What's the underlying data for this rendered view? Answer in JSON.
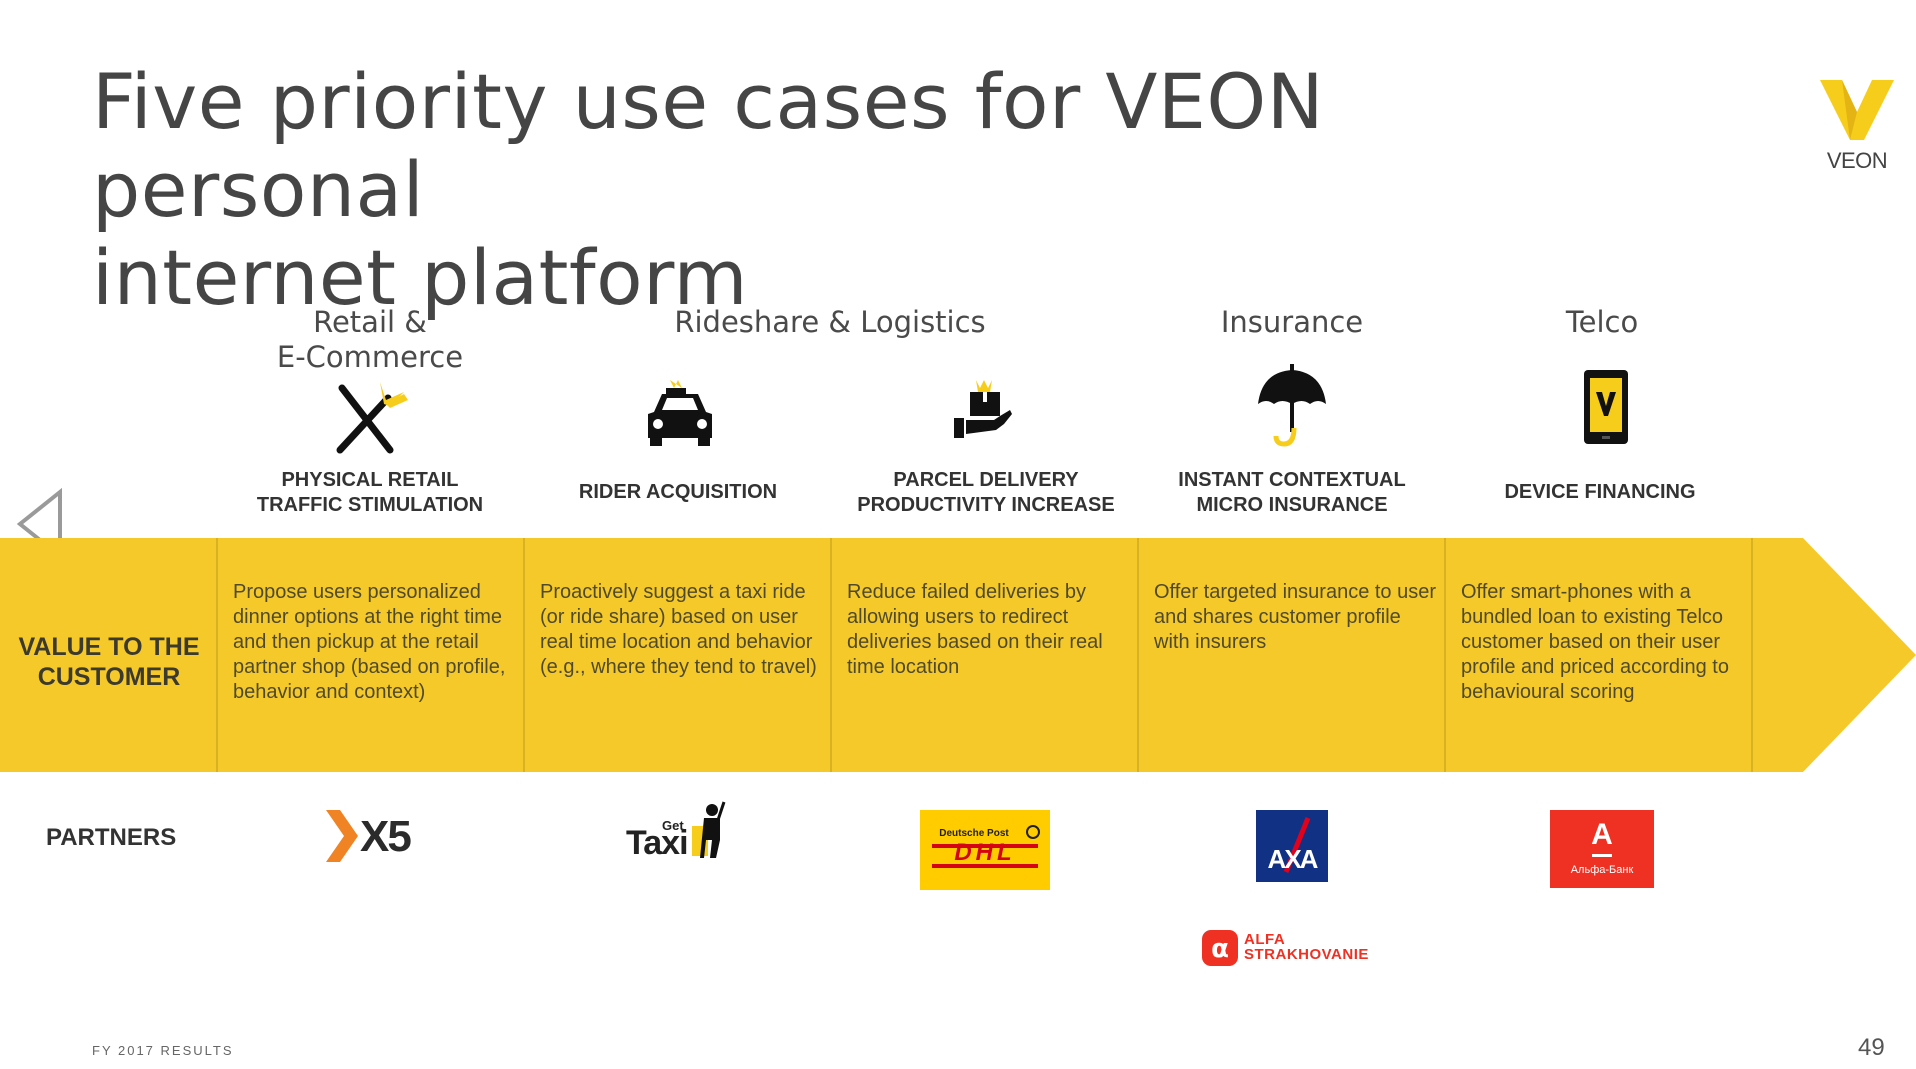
{
  "slide": {
    "title_line1": "Five priority use cases for VEON personal",
    "title_line2": "internet platform",
    "logo_text": "VEON",
    "footer": "FY 2017 RESULTS",
    "page_number": "49"
  },
  "categories": [
    {
      "line1": "Retail &",
      "line2": "E-Commerce"
    },
    {
      "line1": "Rideshare & Logistics"
    },
    {
      "line1": "Insurance"
    },
    {
      "line1": "Telco"
    }
  ],
  "use_cases": [
    {
      "icon": "cutlery-icon",
      "title_line1": "PHYSICAL RETAIL",
      "title_line2": "TRAFFIC STIMULATION",
      "value": "Propose users personalized dinner options at the right time and then pickup at the retail partner shop (based on profile, behavior and context)"
    },
    {
      "icon": "taxi-icon",
      "title_line1": "RIDER ACQUISITION",
      "title_line2": "",
      "value": "Proactively suggest a taxi ride (or ride share) based on user real time location and behavior (e.g., where they tend to travel)"
    },
    {
      "icon": "parcel-hand-icon",
      "title_line1": "PARCEL DELIVERY",
      "title_line2": "PRODUCTIVITY INCREASE",
      "value": "Reduce failed deliveries by allowing users to redirect deliveries based on their real time location"
    },
    {
      "icon": "umbrella-icon",
      "title_line1": "INSTANT CONTEXTUAL",
      "title_line2": "MICRO INSURANCE",
      "value": "Offer targeted insurance to user and shares customer profile with insurers"
    },
    {
      "icon": "smartphone-icon",
      "title_line1": "DEVICE FINANCING",
      "title_line2": "",
      "value": "Offer smart-phones with a bundled loan to existing Telco customer based on their user profile and priced according to behavioural scoring"
    }
  ],
  "row_labels": {
    "value_line1": "VALUE TO THE",
    "value_line2": "CUSTOMER",
    "partners": "PARTNERS"
  },
  "partners": {
    "x5": "X5",
    "gettaxi_small": "Get",
    "gettaxi_big": "Taxi",
    "dhl_top": "Deutsche Post",
    "dhl_mark": "DHL",
    "axa": "AXA",
    "alfa_bank_letter": "A",
    "alfa_bank_name": "Альфа-Банк",
    "alfa_strakh_line1": "ALFA",
    "alfa_strakh_line2": "STRAKHOVANIE"
  },
  "colors": {
    "band_yellow": "#f5c92a",
    "divider": "#d9b224",
    "accent_yellow": "#f7cd1c",
    "x5_orange": "#f08323",
    "dhl_red": "#d40511",
    "axa_blue": "#103184",
    "alfa_red": "#ef3124"
  }
}
